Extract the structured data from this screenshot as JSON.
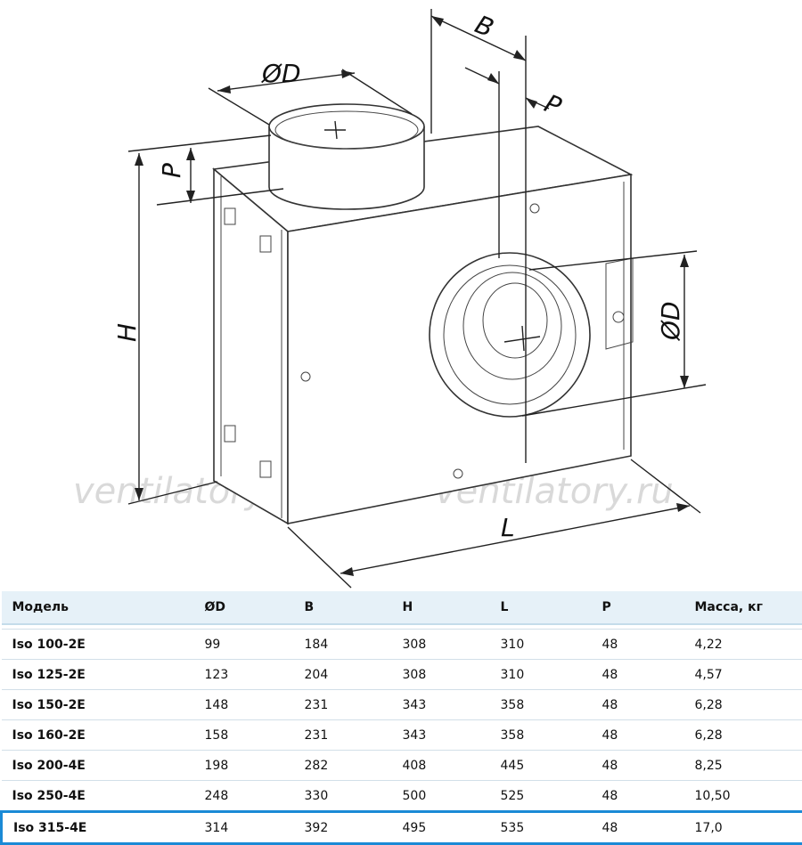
{
  "watermark": {
    "left": "ventilatory.ru",
    "right": "ventilatory.ru"
  },
  "dimensions": {
    "top_diameter": "ØD",
    "side_diameter": "ØD",
    "b": "B",
    "p_top": "P",
    "p_side": "P",
    "h": "H",
    "l": "L"
  },
  "table": {
    "headers": [
      "Модель",
      "ØD",
      "B",
      "H",
      "L",
      "P",
      "Масса, кг"
    ],
    "rows": [
      [
        "Iso 100-2E",
        "99",
        "184",
        "308",
        "310",
        "48",
        "4,22"
      ],
      [
        "Iso 125-2E",
        "123",
        "204",
        "308",
        "310",
        "48",
        "4,57"
      ],
      [
        "Iso 150-2E",
        "148",
        "231",
        "343",
        "358",
        "48",
        "6,28"
      ],
      [
        "Iso 160-2E",
        "158",
        "231",
        "343",
        "358",
        "48",
        "6,28"
      ],
      [
        "Iso 200-4E",
        "198",
        "282",
        "408",
        "445",
        "48",
        "8,25"
      ],
      [
        "Iso 250-4E",
        "248",
        "330",
        "500",
        "525",
        "48",
        "10,50"
      ],
      [
        "Iso 315-4E",
        "314",
        "392",
        "495",
        "535",
        "48",
        "17,0"
      ]
    ],
    "highlighted_row": 6,
    "highlight_color": "#1a8ad6"
  }
}
